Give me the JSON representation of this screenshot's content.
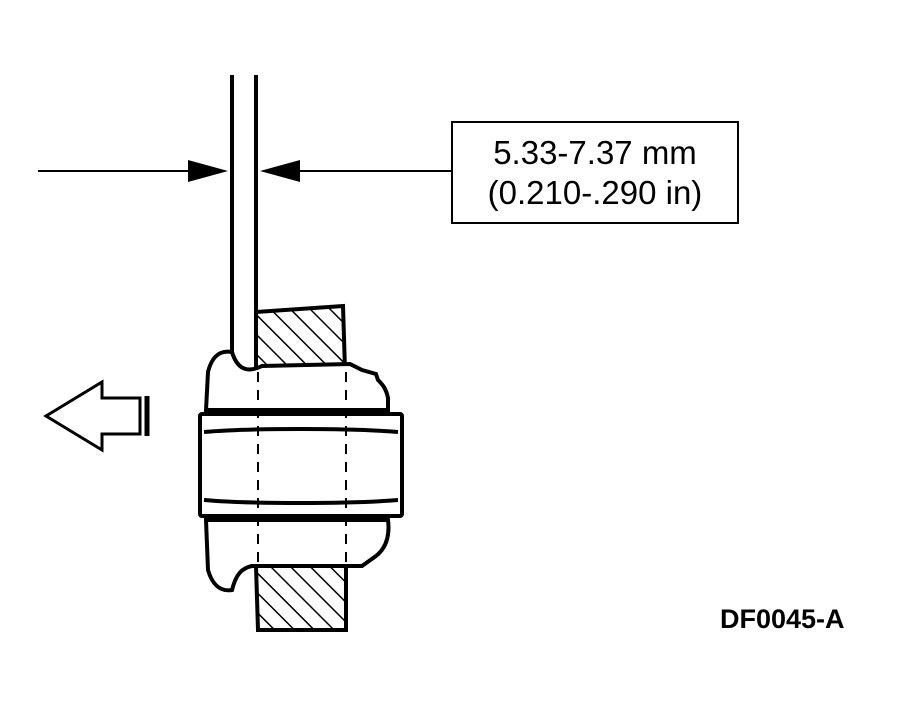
{
  "measurement": {
    "metric": "5.33-7.37 mm",
    "imperial": "(0.210-.290 in)"
  },
  "figure_id": "DF0045-A",
  "colors": {
    "ink": "#000000",
    "paper": "#ffffff"
  },
  "icons": [
    "dimension-arrow-icon",
    "direction-arrow-icon"
  ]
}
